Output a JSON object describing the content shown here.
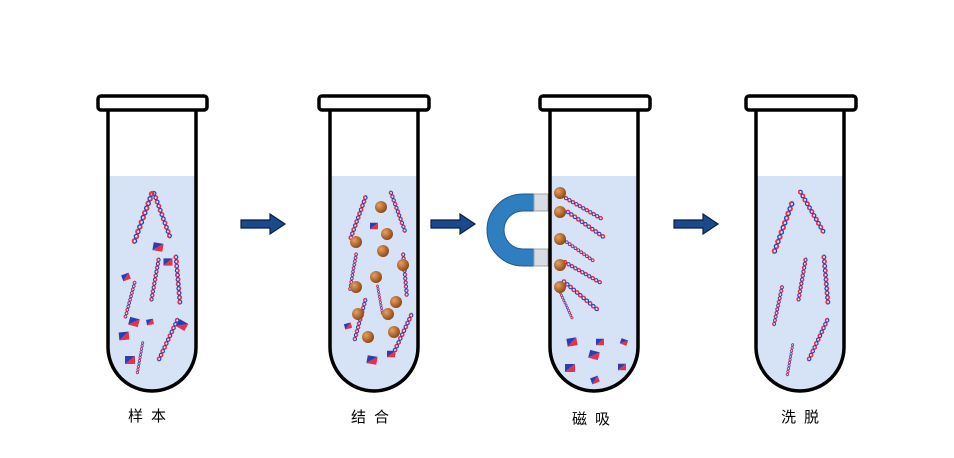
{
  "steps": [
    {
      "id": "sample",
      "label": "样本"
    },
    {
      "id": "bind",
      "label": "结合"
    },
    {
      "id": "magnetic_separation",
      "label": "磁吸"
    },
    {
      "id": "elution",
      "label": "洗脱"
    }
  ],
  "colors": {
    "liquid": "#d6e2f6",
    "tube_outline": "#000000",
    "arrow_fill": "#1a4a8c",
    "arrow_outline": "#0a1f44",
    "dna_red": "#e8304a",
    "dna_blue": "#2a3fb0",
    "bead": "#b8641e",
    "bead_highlight": "#e8a060",
    "magnet": "#2f7fc0",
    "magnet_poles": "#d8dde3"
  },
  "icons": {
    "arrow": "right-arrow-icon",
    "magnet": "horseshoe-magnet-icon",
    "dna": "dna-strand-icon",
    "bead": "magnetic-bead-icon",
    "fragment": "protein-fragment-icon"
  }
}
